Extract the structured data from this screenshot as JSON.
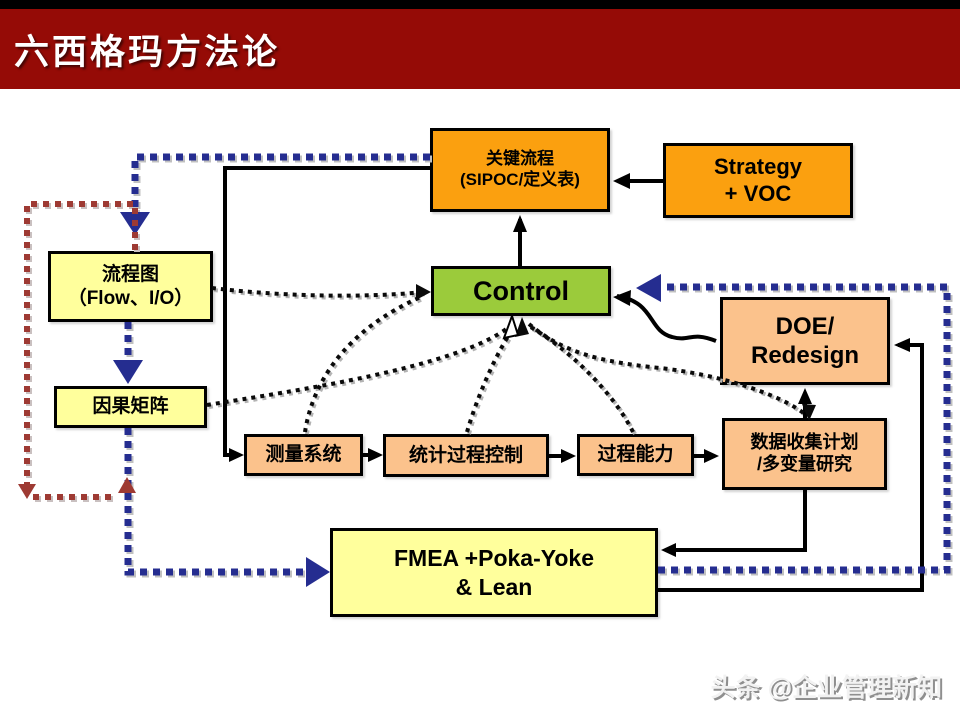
{
  "header": {
    "title": "六西格玛方法论"
  },
  "nodes": {
    "key_process": {
      "line1": "关键流程",
      "line2": "(SIPOC/定义表)"
    },
    "strategy": {
      "line1": "Strategy",
      "line2": "+ VOC"
    },
    "flowchart": {
      "line1": "流程图",
      "line2": "（Flow、I/O）"
    },
    "control": {
      "label": "Control"
    },
    "doe": {
      "line1": "DOE/",
      "line2": "Redesign"
    },
    "cause_matrix": {
      "label": "因果矩阵"
    },
    "measure_system": {
      "label": "测量系统"
    },
    "spc": {
      "label": "统计过程控制"
    },
    "process_capability": {
      "label": "过程能力"
    },
    "data_collection": {
      "line1": "数据收集计划",
      "line2": "/多变量研究"
    },
    "fmea": {
      "line1": "FMEA +Poka-Yoke",
      "line2": "& Lean"
    }
  },
  "watermark": {
    "text": "头条 @企业管理新知"
  },
  "colors": {
    "header_bg": "#950B06",
    "title_text": "#FFFFFF",
    "box_orange": "#FBA00F",
    "box_yellow": "#FFFF9C",
    "box_green": "#9BCB3B",
    "box_peach": "#FBC28C",
    "arrow_black": "#000000",
    "dashed_blue": "#252D90",
    "dashed_dark_red": "#9E3A33"
  }
}
